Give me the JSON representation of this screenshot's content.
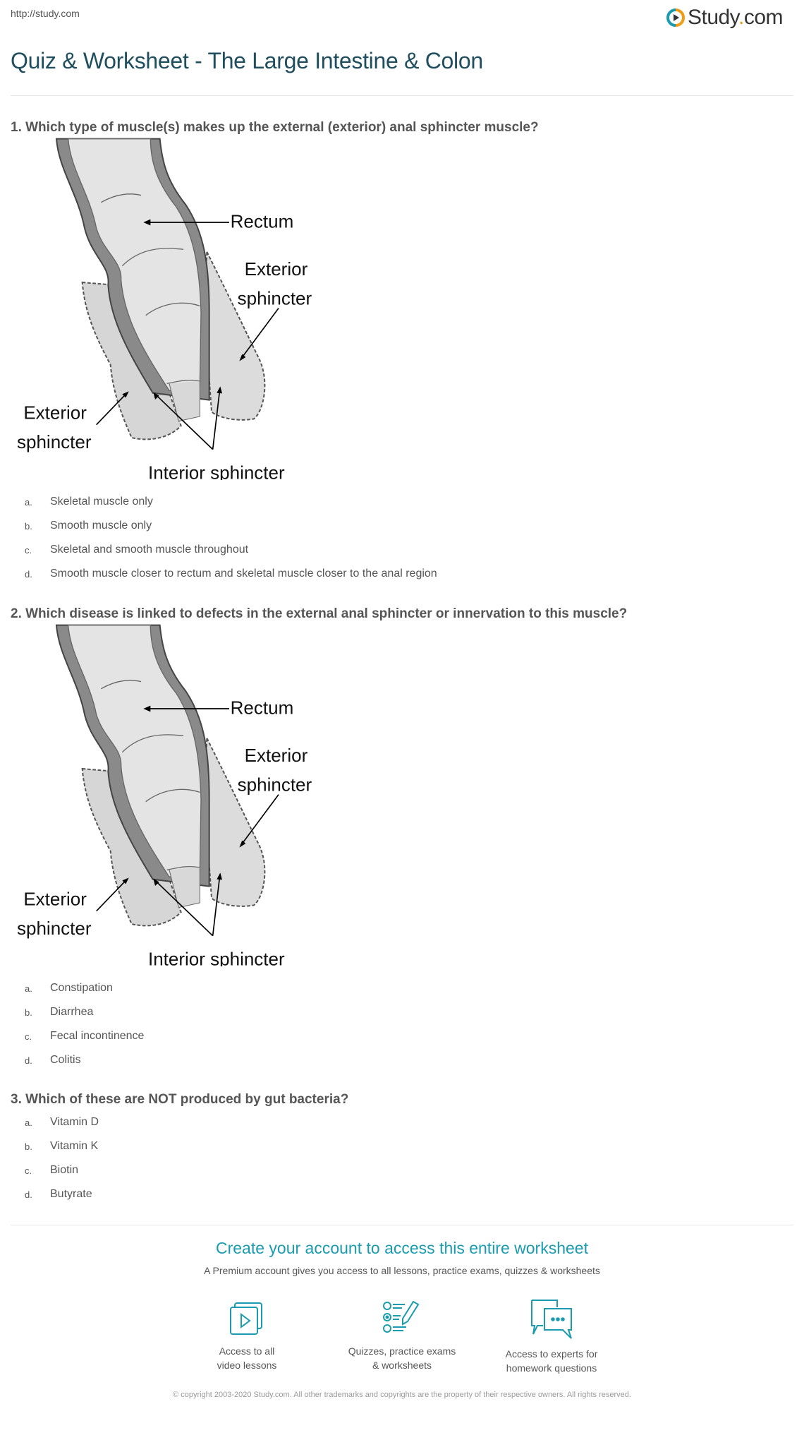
{
  "header": {
    "url": "http://study.com",
    "logo_text_a": "Study",
    "logo_text_dot": ".",
    "logo_text_b": "com"
  },
  "page_title": "Quiz & Worksheet - The Large Intestine & Colon",
  "diagram_labels": {
    "rectum": "Rectum",
    "exterior": "Exterior",
    "sphincter": "sphincter",
    "interior_sphincter": "Interior sphincter"
  },
  "questions": [
    {
      "text": "1. Which type of muscle(s) makes up the external (exterior) anal sphincter muscle?",
      "options": [
        {
          "letter": "a.",
          "text": "Skeletal muscle only"
        },
        {
          "letter": "b.",
          "text": "Smooth muscle only"
        },
        {
          "letter": "c.",
          "text": "Skeletal and smooth muscle throughout"
        },
        {
          "letter": "d.",
          "text": "Smooth muscle closer to rectum and skeletal muscle closer to the anal region"
        }
      ]
    },
    {
      "text": "2. Which disease is linked to defects in the external anal sphincter or innervation to this muscle?",
      "options": [
        {
          "letter": "a.",
          "text": "Constipation"
        },
        {
          "letter": "b.",
          "text": "Diarrhea"
        },
        {
          "letter": "c.",
          "text": "Fecal incontinence"
        },
        {
          "letter": "d.",
          "text": "Colitis"
        }
      ]
    },
    {
      "text": "3. Which of these are NOT produced by gut bacteria?",
      "options": [
        {
          "letter": "a.",
          "text": "Vitamin D"
        },
        {
          "letter": "b.",
          "text": "Vitamin K"
        },
        {
          "letter": "c.",
          "text": "Biotin"
        },
        {
          "letter": "d.",
          "text": "Butyrate"
        }
      ]
    }
  ],
  "cta": {
    "title": "Create your account to access this entire worksheet",
    "subtitle": "A Premium account gives you access to all lessons, practice exams, quizzes & worksheets",
    "features": [
      {
        "icon": "video-icon",
        "line1": "Access to all",
        "line2": "video lessons"
      },
      {
        "icon": "quiz-icon",
        "line1": "Quizzes, practice exams",
        "line2": "& worksheets"
      },
      {
        "icon": "chat-icon",
        "line1": "Access to experts for",
        "line2": "homework questions"
      }
    ]
  },
  "footer": {
    "copyright": "© copyright 2003-2020 Study.com. All other trademarks and copyrights are the property of their respective owners. All rights reserved."
  },
  "colors": {
    "title": "#1f4e5f",
    "accent": "#1a9bb0",
    "logo_orange": "#f39c12"
  }
}
